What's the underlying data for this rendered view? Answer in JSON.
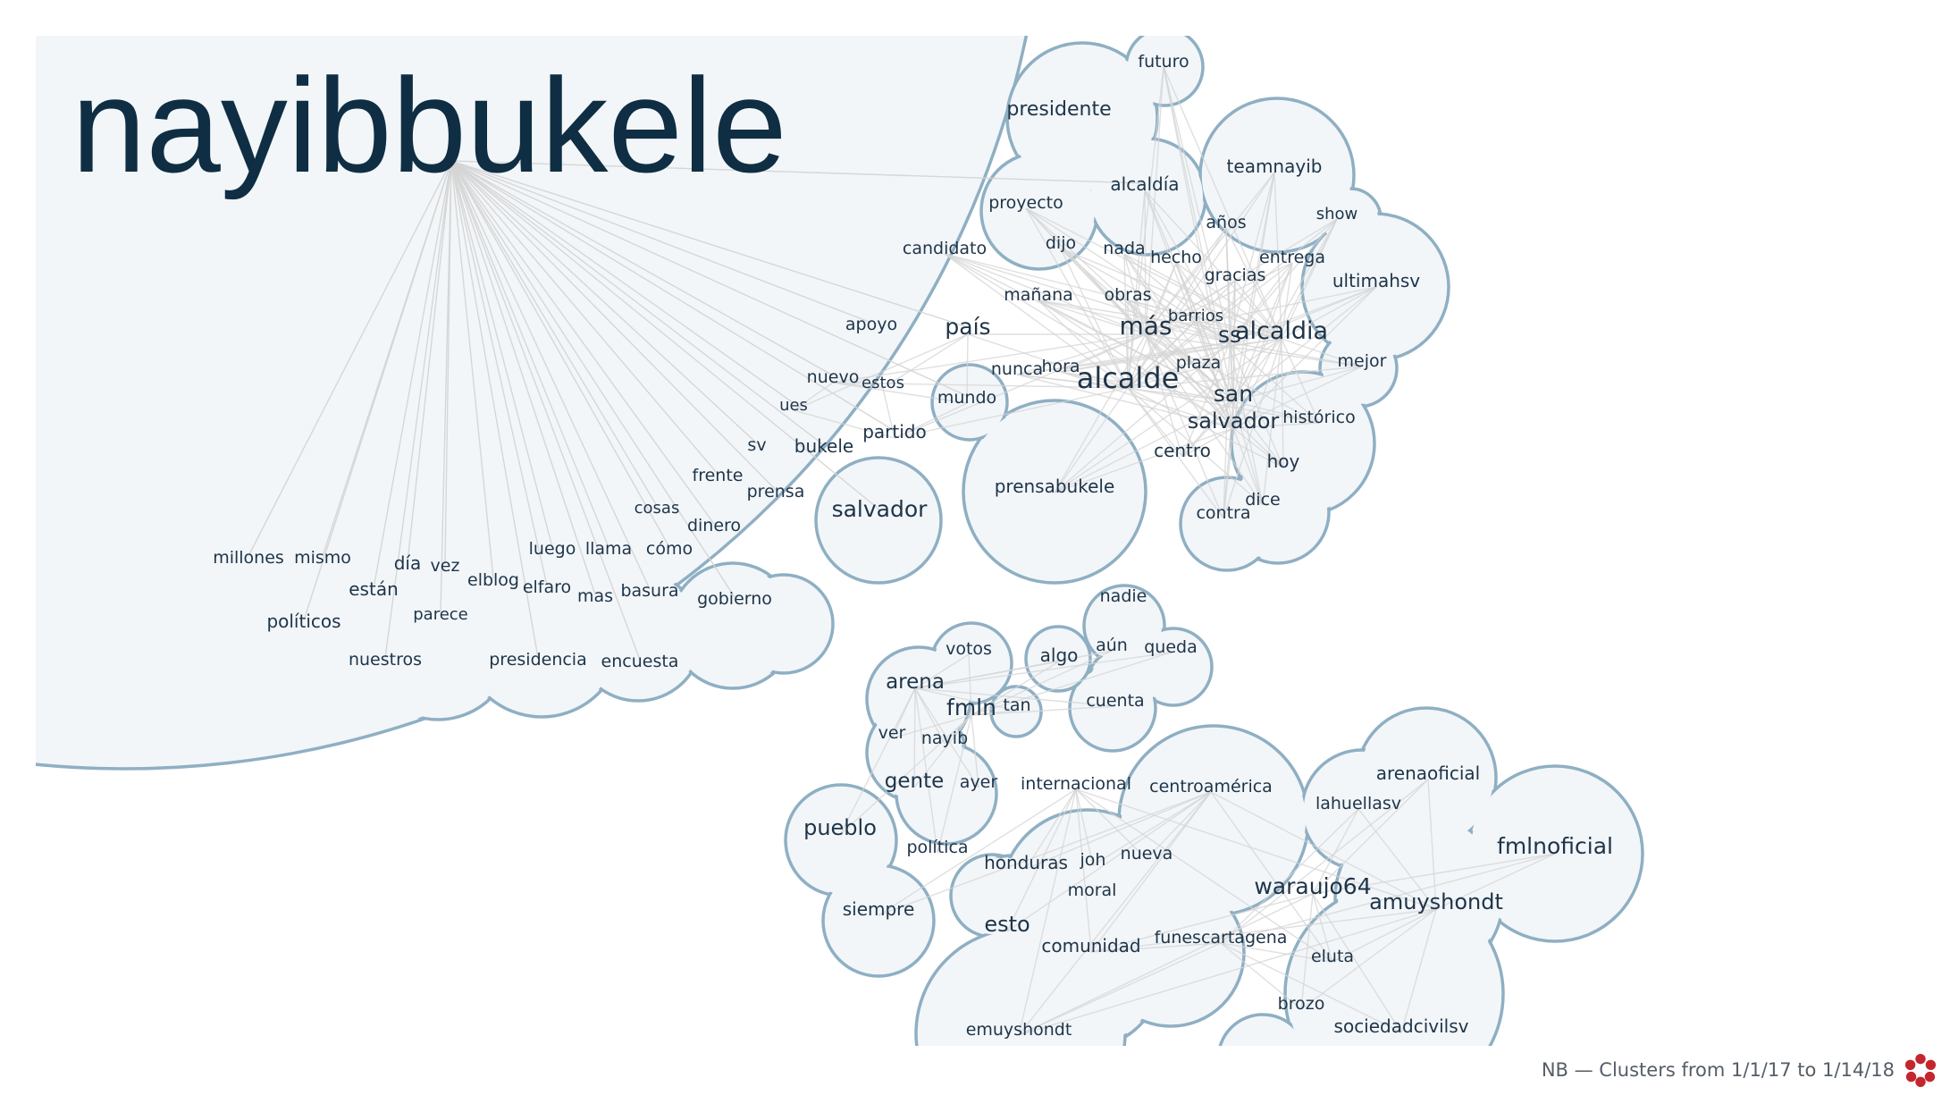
{
  "title": "nayibbukele",
  "footer": "NB — Clusters from 1/1/17 to 1/14/18",
  "colors": {
    "bubble_fill": "#f2f6f9",
    "bubble_stroke": "#8fafc3",
    "edge": "#d5d5d5",
    "text": "#1e3448",
    "title": "#0f2e43",
    "logo": "#c4262e"
  },
  "words": [
    {
      "t": "presidente",
      "s": 22
    },
    {
      "t": "futuro",
      "s": 19
    },
    {
      "t": "proyecto",
      "s": 19
    },
    {
      "t": "alcaldía",
      "s": 20
    },
    {
      "t": "teamnayib",
      "s": 20
    },
    {
      "t": "candidato",
      "s": 19
    },
    {
      "t": "dijo",
      "s": 19
    },
    {
      "t": "nada",
      "s": 19
    },
    {
      "t": "años",
      "s": 19
    },
    {
      "t": "show",
      "s": 18
    },
    {
      "t": "hecho",
      "s": 19
    },
    {
      "t": "entrega",
      "s": 19
    },
    {
      "t": "gracias",
      "s": 19
    },
    {
      "t": "ultimahsv",
      "s": 20
    },
    {
      "t": "mañana",
      "s": 19
    },
    {
      "t": "obras",
      "s": 19
    },
    {
      "t": "apoyo",
      "s": 19
    },
    {
      "t": "país",
      "s": 25
    },
    {
      "t": "más",
      "s": 28
    },
    {
      "t": "barrios",
      "s": 18
    },
    {
      "t": "ss",
      "s": 25
    },
    {
      "t": "alcaldia",
      "s": 27
    },
    {
      "t": "mejor",
      "s": 19
    },
    {
      "t": "nuevo",
      "s": 19
    },
    {
      "t": "estos",
      "s": 18
    },
    {
      "t": "nunca",
      "s": 19
    },
    {
      "t": "hora",
      "s": 19
    },
    {
      "t": "plaza",
      "s": 19
    },
    {
      "t": "ues",
      "s": 18
    },
    {
      "t": "mundo",
      "s": 19
    },
    {
      "t": "alcalde",
      "s": 32
    },
    {
      "t": "san",
      "s": 25
    },
    {
      "t": "partido",
      "s": 20
    },
    {
      "t": "salvador",
      "s": 24
    },
    {
      "t": "histórico",
      "s": 19
    },
    {
      "t": "sv",
      "s": 19
    },
    {
      "t": "bukele",
      "s": 20
    },
    {
      "t": "centro",
      "s": 20
    },
    {
      "t": "frente",
      "s": 19
    },
    {
      "t": "hoy",
      "s": 20
    },
    {
      "t": "prensa",
      "s": 19
    },
    {
      "t": "prensabukele",
      "s": 20
    },
    {
      "t": "cosas",
      "s": 18
    },
    {
      "t": "salvador",
      "s": 25
    },
    {
      "t": "dice",
      "s": 19
    },
    {
      "t": "contra",
      "s": 19
    },
    {
      "t": "dinero",
      "s": 19
    },
    {
      "t": "millones",
      "s": 19
    },
    {
      "t": "mismo",
      "s": 19
    },
    {
      "t": "luego",
      "s": 19
    },
    {
      "t": "llama",
      "s": 19
    },
    {
      "t": "cómo",
      "s": 19
    },
    {
      "t": "día",
      "s": 20
    },
    {
      "t": "vez",
      "s": 19
    },
    {
      "t": "elblog",
      "s": 19
    },
    {
      "t": "elfaro",
      "s": 19
    },
    {
      "t": "están",
      "s": 20
    },
    {
      "t": "mas",
      "s": 19
    },
    {
      "t": "basura",
      "s": 19
    },
    {
      "t": "gobierno",
      "s": 19
    },
    {
      "t": "parece",
      "s": 18
    },
    {
      "t": "políticos",
      "s": 20
    },
    {
      "t": "nuestros",
      "s": 19
    },
    {
      "t": "presidencia",
      "s": 19
    },
    {
      "t": "encuesta",
      "s": 19
    },
    {
      "t": "nadie",
      "s": 19
    },
    {
      "t": "votos",
      "s": 19
    },
    {
      "t": "algo",
      "s": 20
    },
    {
      "t": "aún",
      "s": 19
    },
    {
      "t": "queda",
      "s": 19
    },
    {
      "t": "arena",
      "s": 23
    },
    {
      "t": "tan",
      "s": 19
    },
    {
      "t": "fmln",
      "s": 25
    },
    {
      "t": "cuenta",
      "s": 19
    },
    {
      "t": "ver",
      "s": 19
    },
    {
      "t": "nayib",
      "s": 19
    },
    {
      "t": "gente",
      "s": 23
    },
    {
      "t": "ayer",
      "s": 19
    },
    {
      "t": "internacional",
      "s": 19
    },
    {
      "t": "centroamérica",
      "s": 19
    },
    {
      "t": "arenaoficial",
      "s": 20
    },
    {
      "t": "lahuellasv",
      "s": 19
    },
    {
      "t": "pueblo",
      "s": 24
    },
    {
      "t": "fmlnoficial",
      "s": 25
    },
    {
      "t": "política",
      "s": 19
    },
    {
      "t": "joh",
      "s": 19
    },
    {
      "t": "nueva",
      "s": 19
    },
    {
      "t": "honduras",
      "s": 20
    },
    {
      "t": "waraujo64",
      "s": 25
    },
    {
      "t": "amuyshondt",
      "s": 24
    },
    {
      "t": "moral",
      "s": 19
    },
    {
      "t": "siempre",
      "s": 20
    },
    {
      "t": "esto",
      "s": 24
    },
    {
      "t": "funescartagena",
      "s": 19
    },
    {
      "t": "comunidad",
      "s": 20
    },
    {
      "t": "eluta",
      "s": 19
    },
    {
      "t": "brozo",
      "s": 19
    },
    {
      "t": "emuyshondt",
      "s": 19
    },
    {
      "t": "sociedadcivilsv",
      "s": 20
    }
  ]
}
